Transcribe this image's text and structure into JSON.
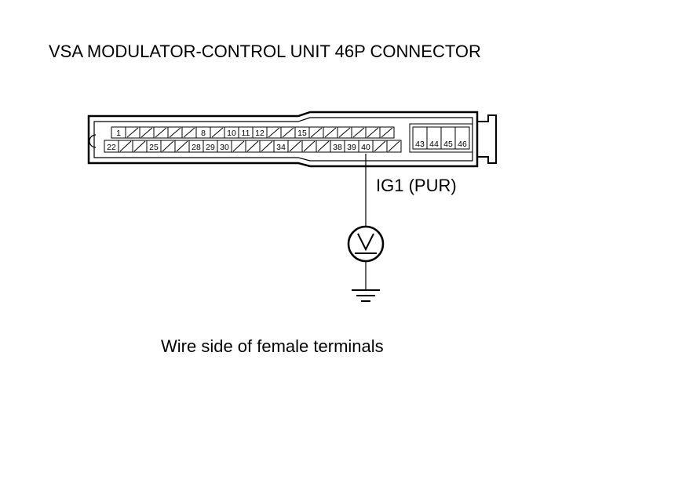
{
  "title": "VSA MODULATOR-CONTROL UNIT 46P CONNECTOR",
  "wire_label": "IG1 (PUR)",
  "caption": "Wire side of female terminals",
  "connector": {
    "top_row": [
      "1",
      "",
      "",
      "",
      "",
      "",
      "8",
      "",
      "10",
      "11",
      "12",
      "",
      "",
      "15",
      "",
      "",
      "",
      "",
      "",
      ""
    ],
    "bottom_row": [
      "22",
      "",
      "",
      "25",
      "",
      "",
      "28",
      "29",
      "30",
      "",
      "",
      "",
      "34",
      "",
      "",
      "",
      "38",
      "39",
      "40",
      "",
      ""
    ],
    "right_block": [
      "43",
      "44",
      "45",
      "46"
    ]
  },
  "voltmeter": {
    "symbol": "V"
  }
}
